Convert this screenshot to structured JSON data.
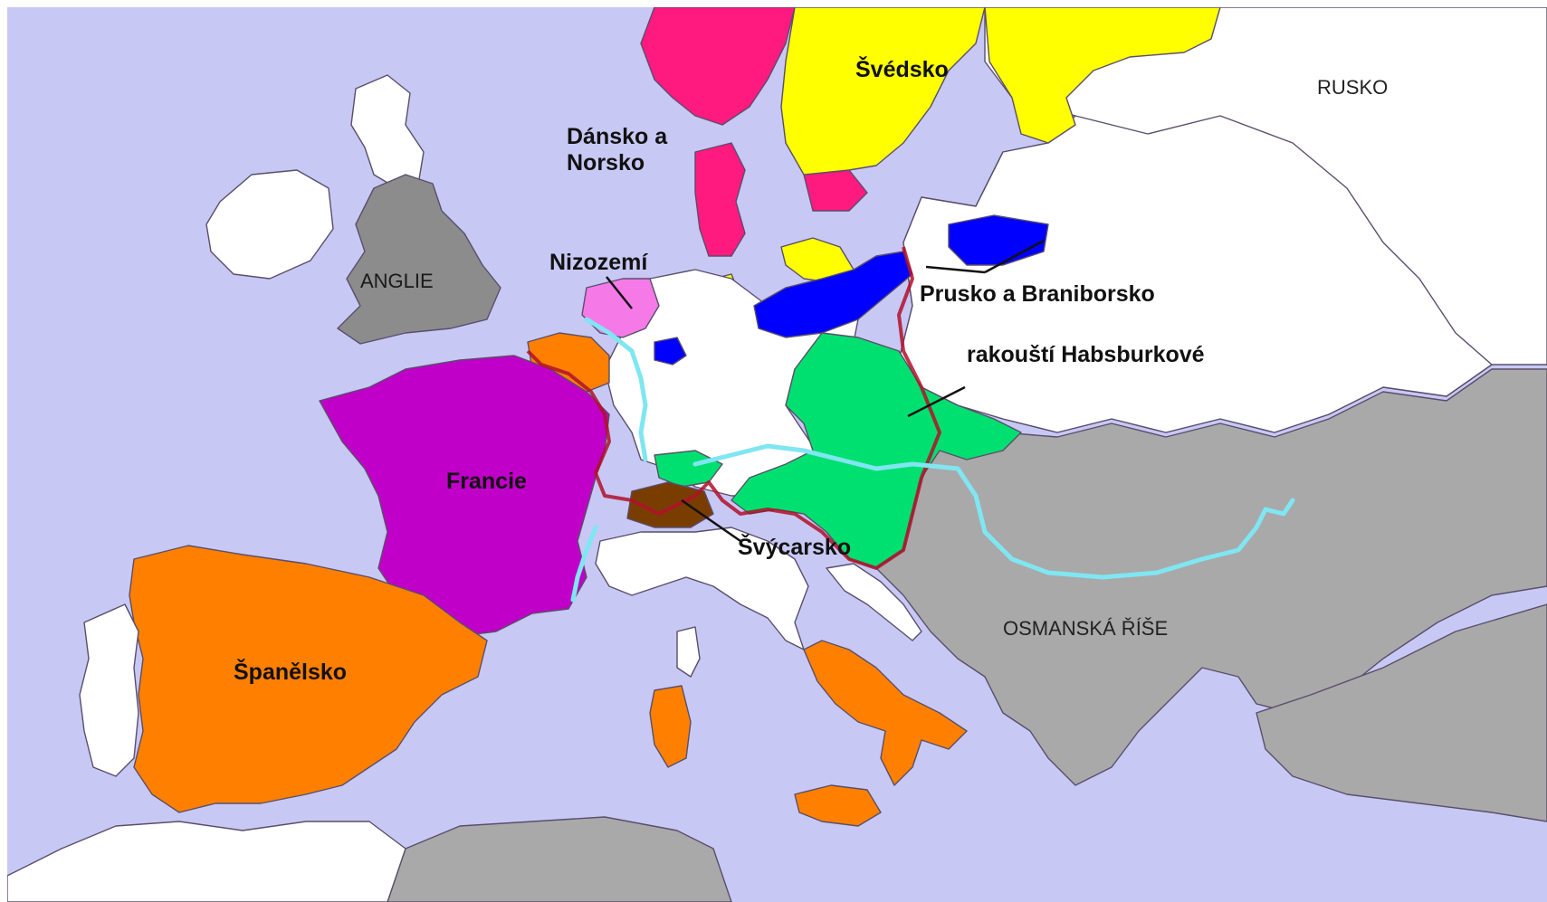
{
  "map": {
    "colors": {
      "sea": "#c8c8f5",
      "unlabeled_land": "#ffffff",
      "anglie": "#8c8c8c",
      "osmanska_rise": "#a9a9a9",
      "francie": "#c000c8",
      "spanelsko": "#ff8000",
      "svedsko": "#ffff00",
      "dansko_a_norsko": "#ff1a80",
      "prusko_a_braniborsko": "#0000ff",
      "rakousti_habsburkove": "#00e070",
      "nizozemi": "#f57ae8",
      "svycarsko": "#7a3d00",
      "habsburg_border": "#b0102a",
      "river": "#7fe6f2"
    },
    "labels": {
      "svedsko": "Švédsko",
      "rusko": "RUSKO",
      "dansko_line1": "Dánsko a",
      "dansko_line2": "Norsko",
      "nizozemi": "Nizozemí",
      "anglie": "ANGLIE",
      "prusko": "Prusko a Braniborsko",
      "habsburkove": "rakouští Habsburkové",
      "francie": "Francie",
      "svycarsko": "Švýcarsko",
      "osmanska": "OSMANSKÁ ŘÍŠE",
      "spanelsko": "Španělsko"
    }
  }
}
